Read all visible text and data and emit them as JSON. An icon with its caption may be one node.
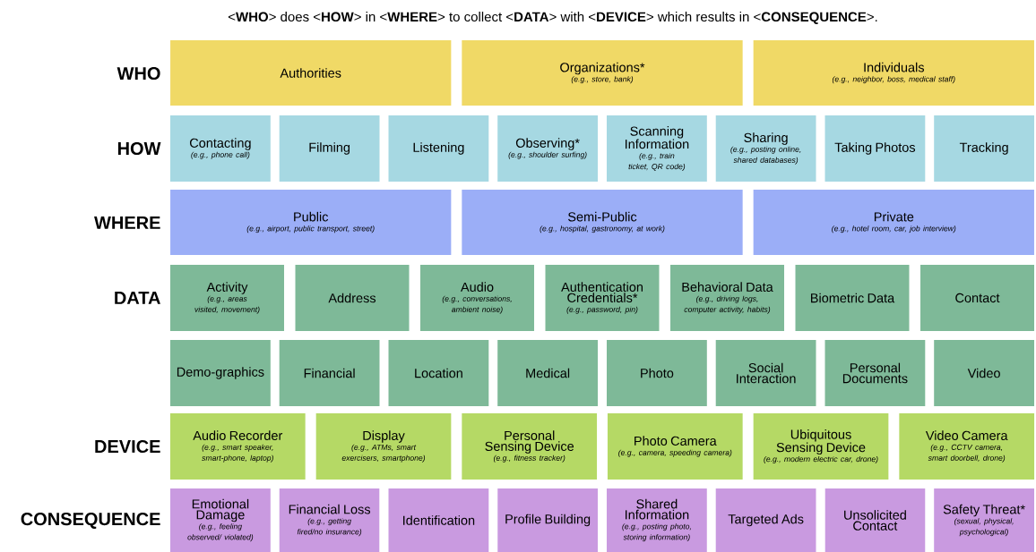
{
  "diagram": {
    "title": "<**WHO**> does <**HOW**> in <**WHERE**> to collect <**DATA**> with <**DEVICE**> which results in <**CONSEQUENCE**>.",
    "nodes": [
      {
        "text": [
          "Authorities"
        ]
      },
      {
        "text": [
          "Organizations*",
          "(e.g., store, bank)"
        ]
      },
      {
        "text": [
          "Individuals",
          "(e.g., neighbor, boss, medical staff)"
        ]
      },
      {
        "text": [
          "Contacting",
          "(e.g., phone call)"
        ]
      },
      {
        "text": [
          "Filming"
        ]
      },
      {
        "text": [
          "Listening"
        ]
      },
      {
        "text": [
          "Observing*",
          "(e.g., shoulder surfing)"
        ]
      },
      {
        "text": [
          "Scanning Information",
          "(e.g., train ticket, QR code)"
        ]
      },
      {
        "text": [
          "Sharing",
          "(e.g., posting online, shared databases)"
        ]
      },
      {
        "text": [
          "Taking Photos"
        ]
      },
      {
        "text": [
          "Tracking"
        ]
      },
      {
        "text": [
          "Public",
          "(e.g., airport, public transport, street)"
        ]
      },
      {
        "text": [
          "Semi-Public",
          "(e.g., hospital, gastronomy, at work)"
        ]
      },
      {
        "text": [
          "Private",
          "(e.g., hotel room, car, job interview)"
        ]
      },
      {
        "text": [
          "Activity",
          "(e.g., areas visited, movement)"
        ]
      },
      {
        "text": [
          "Address"
        ]
      },
      {
        "text": [
          "Audio",
          "(e.g., conversations, ambient noise)"
        ]
      },
      {
        "text": [
          "Authentication Credentials*",
          "(e.g., password, pin)"
        ]
      },
      {
        "text": [
          "Behavioral Data",
          "(e.g., driving logs, computer activity, habits)"
        ]
      },
      {
        "text": [
          "Biometric Data"
        ]
      },
      {
        "text": [
          "Contact"
        ]
      },
      {
        "text": [
          "Demo-graphics"
        ]
      },
      {
        "text": [
          "Financial"
        ]
      },
      {
        "text": [
          "Location"
        ]
      },
      {
        "text": [
          "Medical"
        ]
      },
      {
        "text": [
          "Photo"
        ]
      },
      {
        "text": [
          "Social Interaction"
        ]
      },
      {
        "text": [
          "Personal Documents"
        ]
      },
      {
        "text": [
          "Video"
        ]
      },
      {
        "text": [
          "Audio Recorder",
          "(e.g., smart speaker, smart-phone, laptop)"
        ]
      },
      {
        "text": [
          "Display",
          "(e.g., ATMs, smart exercisers, smartphone)"
        ]
      },
      {
        "text": [
          "Personal Sensing Device",
          "(e.g., fitness tracker)"
        ]
      },
      {
        "text": [
          "Photo Camera",
          "(e.g., camera, speeding camera)"
        ]
      },
      {
        "text": [
          "Ubiquitous Sensing Device",
          "(e.g., modern electric car, drone)"
        ]
      },
      {
        "text": [
          "Video Camera",
          "(e.g., CCTV camera, smart doorbell, drone)"
        ]
      },
      {
        "text": [
          "Emotional Damage",
          "(e.g., feeling observed/ violated)"
        ]
      },
      {
        "text": [
          "Financial Loss",
          "(e.g., getting fired/no insurance)"
        ]
      },
      {
        "text": [
          "Identification"
        ]
      },
      {
        "text": [
          "Profile Building"
        ]
      },
      {
        "text": [
          "Shared Information",
          "(e.g., posting photo, storing information)"
        ]
      },
      {
        "text": [
          "Targeted Ads"
        ]
      },
      {
        "text": [
          "Unsolicited Contact"
        ]
      },
      {
        "text": [
          "Safety Threat*",
          "(sexual, physical, psychological)"
        ]
      }
    ],
    "labels": [
      "WHO",
      "HOW",
      "WHERE",
      "DATA",
      "DEVICE",
      "CONSEQUENCE"
    ]
  }
}
